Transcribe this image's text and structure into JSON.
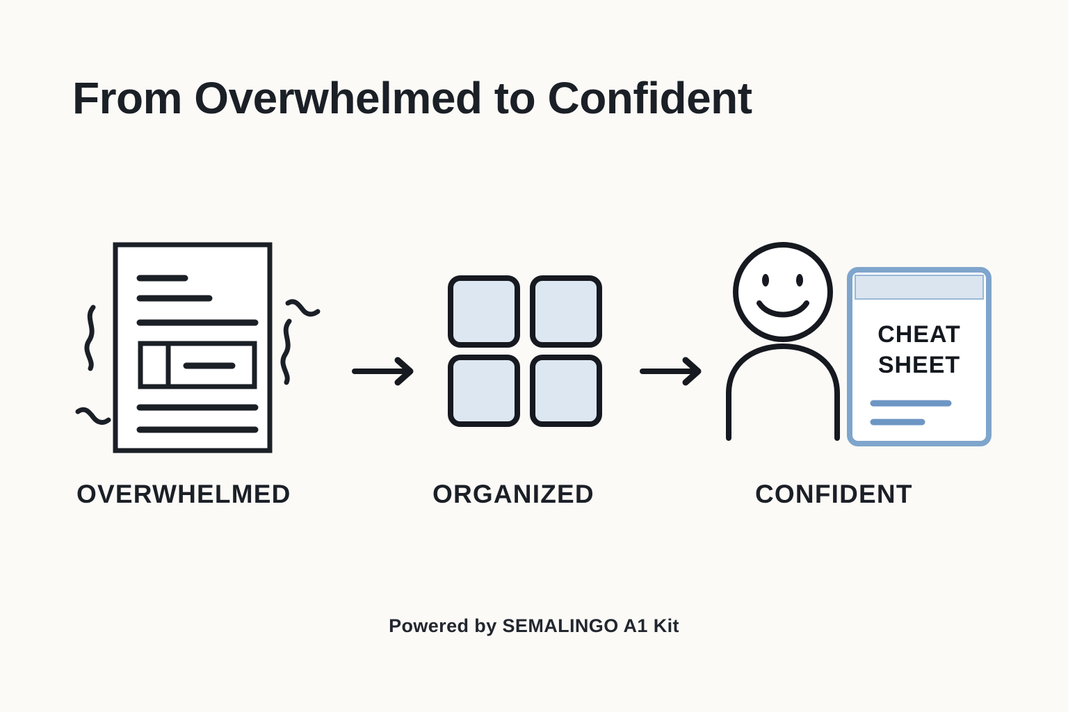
{
  "page": {
    "title": "From Overwhelmed to Confident",
    "background_color": "#fbfaf7",
    "ink_color": "#1b1f26",
    "accent_blue": "#7fa5cc",
    "tile_fill": "#dce7f2",
    "line_blue": "#6d96c4"
  },
  "steps": [
    {
      "id": "overwhelmed",
      "label": "OVERWHELMED",
      "icon": "document-with-stress-squiggles-icon"
    },
    {
      "id": "organized",
      "label": "ORGANIZED",
      "icon": "four-tiles-grid-icon"
    },
    {
      "id": "confident",
      "label": "CONFIDENT",
      "icon": "smiling-person-with-cheat-sheet-icon"
    }
  ],
  "connectors": [
    {
      "id": "arrow-1",
      "icon": "arrow-right-icon"
    },
    {
      "id": "arrow-2",
      "icon": "arrow-right-icon"
    }
  ],
  "cheat_sheet": {
    "line_1": "CHEAT",
    "line_2": "SHEET"
  },
  "footer": {
    "text": "Powered by SEMALINGO A1 Kit"
  }
}
